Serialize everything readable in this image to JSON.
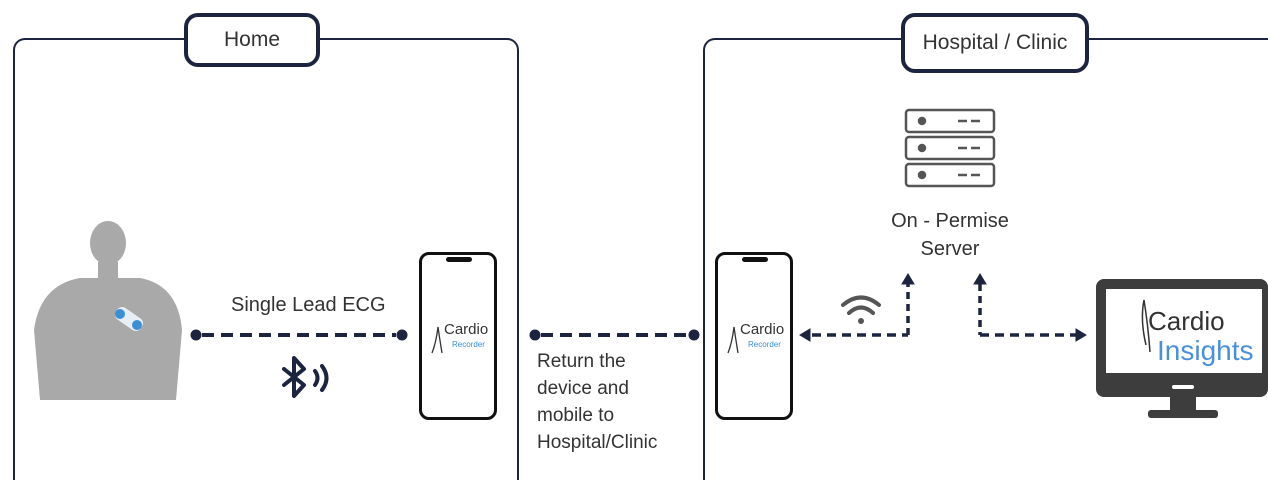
{
  "panels": {
    "home_title": "Home",
    "hospital_title": "Hospital / Clinic"
  },
  "labels": {
    "ecg": "Single Lead ECG",
    "return_lines": [
      "Return the",
      "device and",
      "mobile to",
      "Hospital/Clinic"
    ],
    "server_lines": [
      "On - Permise",
      "Server"
    ]
  },
  "logos": {
    "phone_brand": "Cardio",
    "phone_sub": "Recorder",
    "monitor_brand": "Cardio",
    "monitor_sub": "Insights"
  },
  "icons": [
    "person-icon",
    "ecg-patch-icon",
    "bluetooth-icon",
    "wifi-icon",
    "server-icon",
    "monitor-icon",
    "phone-icon"
  ],
  "colors": {
    "navy": "#1c2440",
    "accent_blue": "#4a90d9",
    "text": "#333333"
  }
}
